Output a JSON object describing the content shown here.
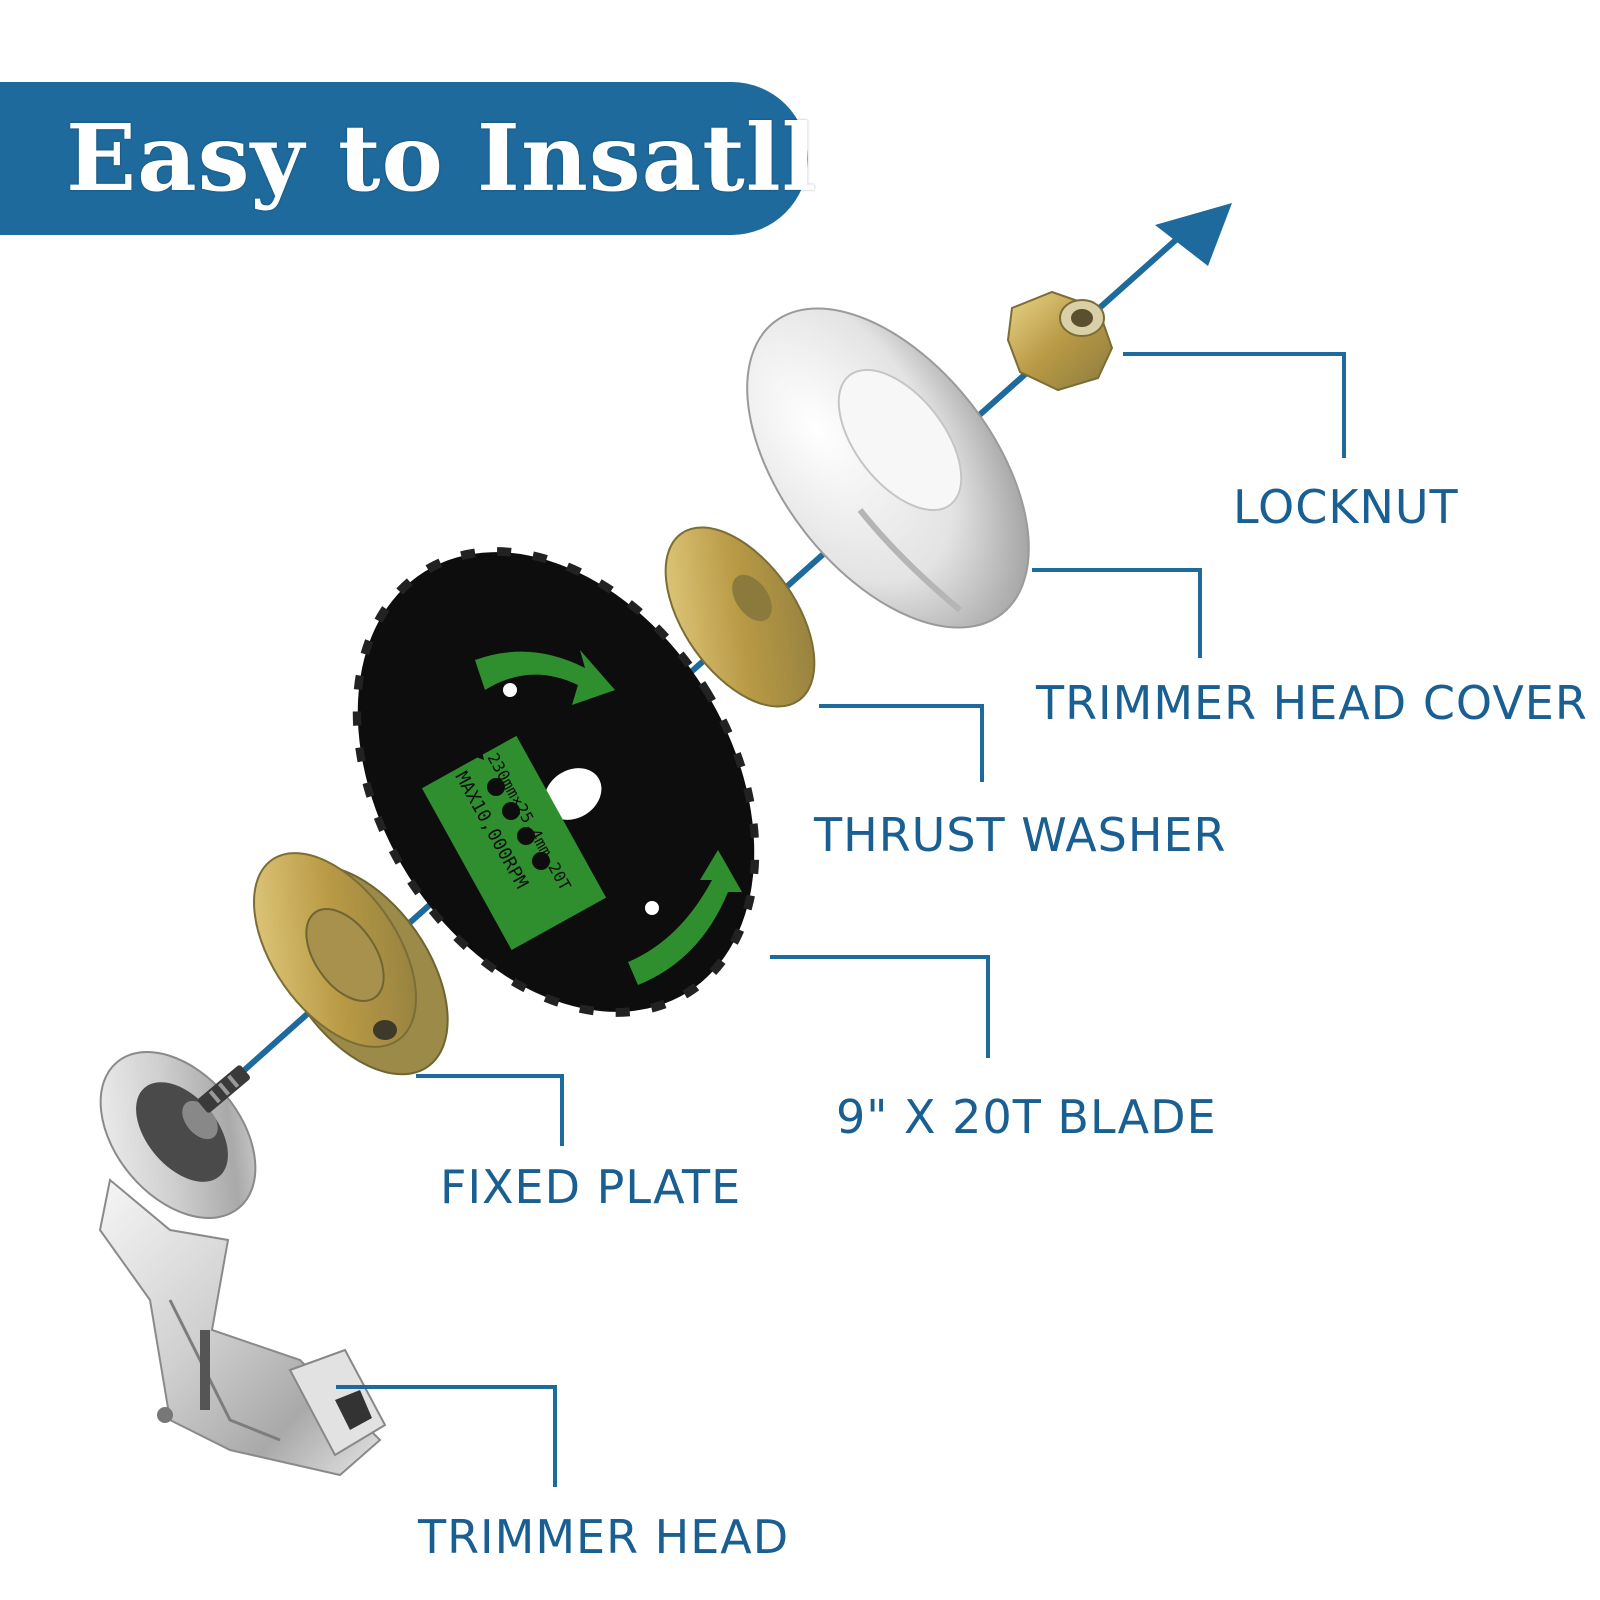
{
  "banner": {
    "title": "Easy to Insatll"
  },
  "parts": [
    {
      "id": "locknut",
      "label": "LOCKNUT"
    },
    {
      "id": "trimmer-head-cover",
      "label": "TRIMMER HEAD COVER"
    },
    {
      "id": "thrust-washer",
      "label": "THRUST WASHER"
    },
    {
      "id": "blade",
      "label": "9\" X 20T BLADE"
    },
    {
      "id": "fixed-plate",
      "label": "FIXED PLATE"
    },
    {
      "id": "trimmer-head",
      "label": "TRIMMER HEAD"
    }
  ],
  "blade_text": {
    "spec": "230mm×25.4mm-20T",
    "max": "MAX10,000RPM"
  },
  "colors": {
    "brand_blue": "#1e6a9c",
    "label_blue": "#1a5f91",
    "blade_black": "#0d0d0d",
    "blade_green": "#2f8f2f",
    "brass": "#c9a84a",
    "silver": "#d9d9d9"
  }
}
